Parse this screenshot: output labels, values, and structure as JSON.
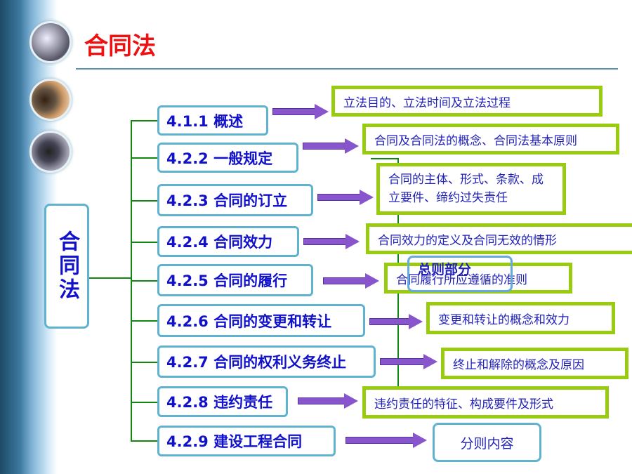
{
  "title": "合同法",
  "root": "合同法",
  "sections": [
    {
      "label": "4.1.1 概述",
      "detail": "立法目的、立法时间及立法过程"
    },
    {
      "label": "4.2.2 一般规定",
      "detail": "合同及合同法的概念、合同法基本原则"
    },
    {
      "label": "4.2.3 合同的订立",
      "detail": "合同的主体、形式、条款、成立要件、缔约过失责任"
    },
    {
      "label": "4.2.4 合同效力",
      "detail": "合同效力的定义及合同无效的情形"
    },
    {
      "label": "4.2.5 合同的履行",
      "detail": "合同履行所应遵循的准则"
    },
    {
      "label": "4.2.6 合同的变更和转让",
      "detail": "变更和转让的概念和效力"
    },
    {
      "label": "4.2.7 合同的权利义务终止",
      "detail": "终止和解除的概念及原因"
    },
    {
      "label": "4.2.8 违约责任",
      "detail": "违约责任的特征、构成要件及形式"
    },
    {
      "label": "4.2.9 建设工程合同",
      "detail": "分则内容"
    }
  ],
  "general_part": "总则部分"
}
